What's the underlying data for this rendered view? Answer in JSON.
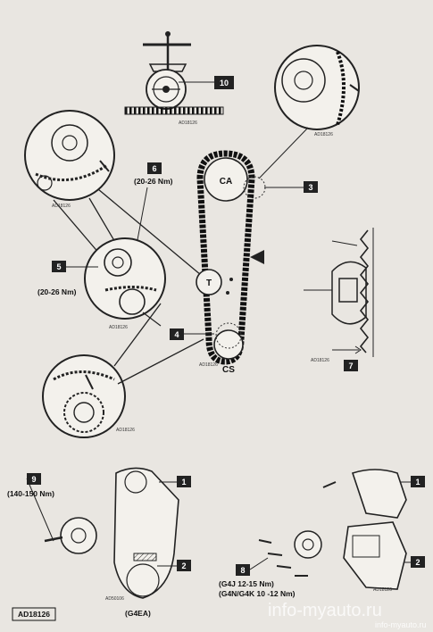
{
  "callouts": {
    "c10": "10",
    "c3": "3",
    "c6": "6",
    "c6_torque": "(20-26 Nm)",
    "c5": "5",
    "c5_torque": "(20-26 Nm)",
    "c4": "4",
    "c7": "7",
    "c9": "9",
    "c9_torque": "(140-150 Nm)",
    "c1_left": "1",
    "c2_left": "2",
    "c1_right": "1",
    "c2_right": "2",
    "c8": "8",
    "c8_torque_a": "(G4J 12-15 Nm)",
    "c8_torque_b": "(G4N/G4K 10 -12 Nm)"
  },
  "pulleys": {
    "camshaft": "CA",
    "tensioner": "T",
    "crankshaft": "CS"
  },
  "captions": {
    "g4ea": "(G4EA)",
    "figure_id": "AD18126"
  },
  "ad_codes": {
    "top_center": "AD18126",
    "top_right": "AD18126",
    "upper_left": "AD18126",
    "mid_left": "AD18126",
    "cs_detail": "AD18126",
    "right_detail": "AD18126",
    "lower_left": "AD18126",
    "front_cover_left": "AD50106",
    "front_cover_right": "AD18126"
  },
  "watermark": {
    "main": "info-myauto.ru",
    "small": "info-myauto.ru"
  }
}
